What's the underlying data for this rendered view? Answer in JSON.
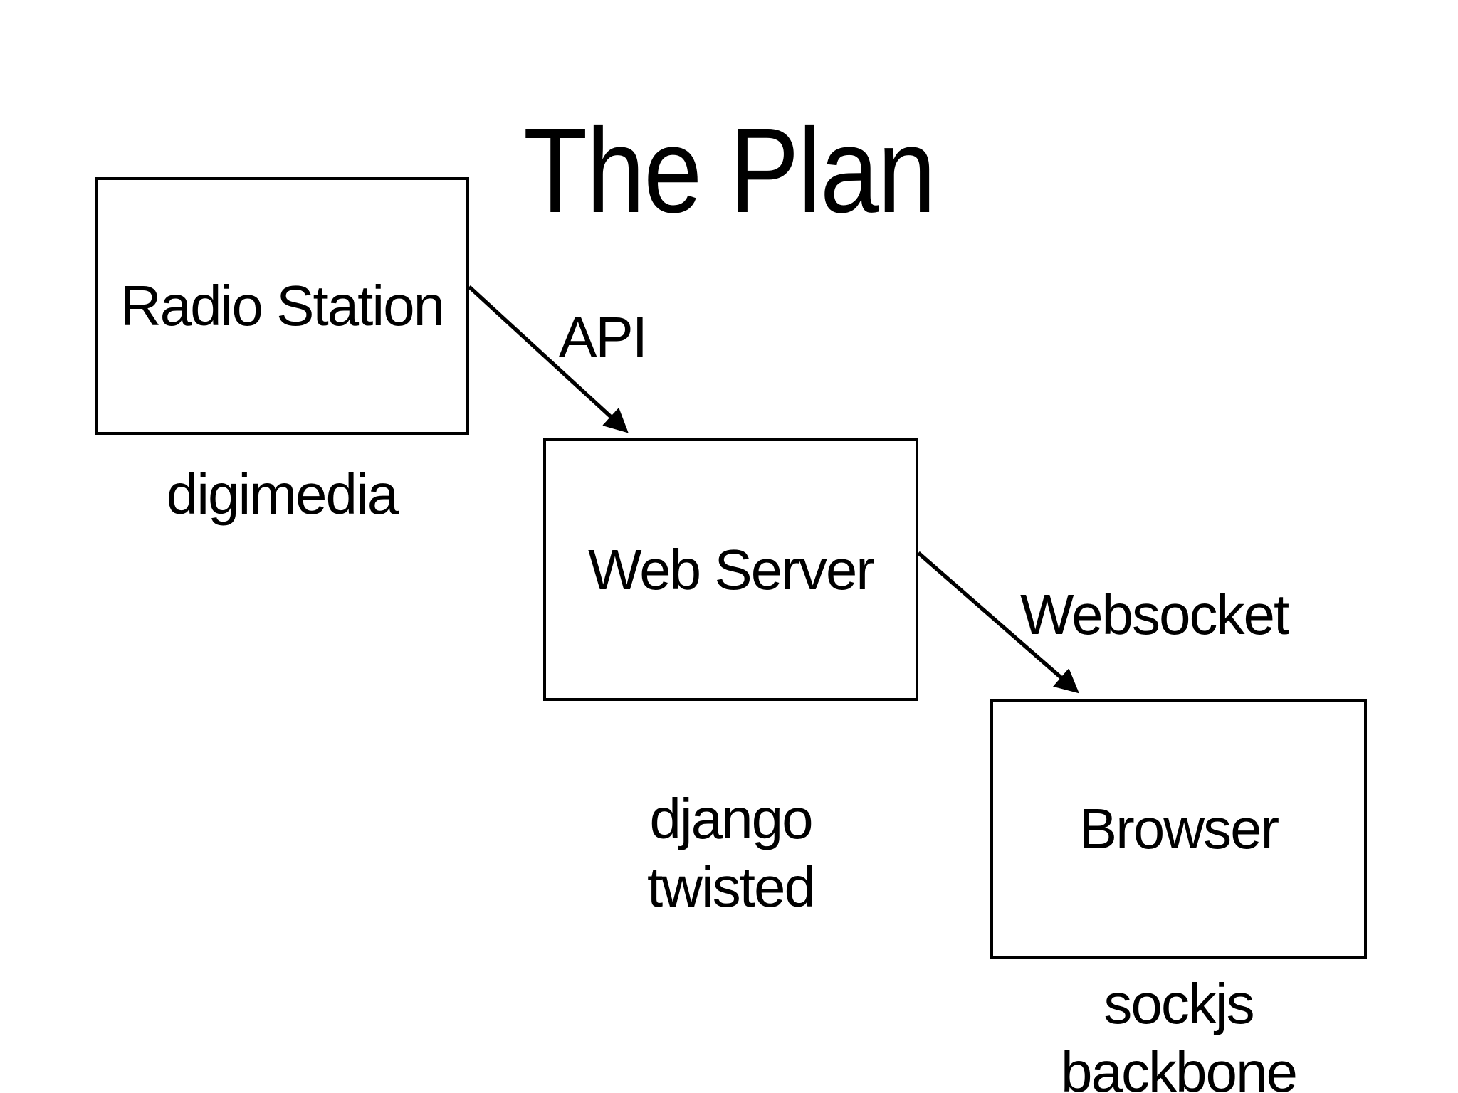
{
  "slide": {
    "title": "The Plan",
    "colors": {
      "background": "#ffffff",
      "ink": "#000000"
    },
    "nodes": {
      "radio_station": {
        "label": "Radio Station",
        "sublabels": [
          "digimedia"
        ]
      },
      "web_server": {
        "label": "Web Server",
        "sublabels": [
          "django",
          "twisted"
        ]
      },
      "browser": {
        "label": "Browser",
        "sublabels": [
          "sockjs",
          "backbone"
        ]
      }
    },
    "edges": {
      "api": {
        "label": "API",
        "from": "Radio Station",
        "to": "Web Server"
      },
      "websocket": {
        "label": "Websocket",
        "from": "Web Server",
        "to": "Browser"
      }
    }
  }
}
